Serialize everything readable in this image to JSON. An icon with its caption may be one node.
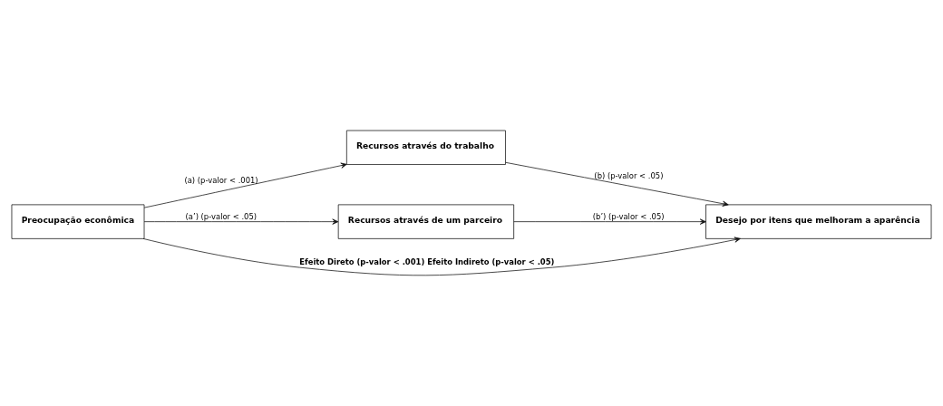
{
  "diagram": {
    "nodes": [
      {
        "text": [
          "Preocupação econômica"
        ]
      },
      {
        "text": [
          "Recursos através do trabalho"
        ]
      },
      {
        "text": [
          "Recursos através de um parceiro"
        ]
      },
      {
        "text": [
          "Desejo por itens que melhoram a aparência"
        ]
      }
    ],
    "edges": [
      {
        "from": 0,
        "to": 1,
        "arrow": "to",
        "label": "(a) (p-valor < .001)"
      },
      {
        "from": 1,
        "to": 3,
        "arrow": "to",
        "label": "(b) (p-valor < .05)"
      },
      {
        "from": 0,
        "to": 3,
        "arrow": "to",
        "label": "Efeito Direto (p-valor < .001) Efeito Indireto (p-valor < .05)"
      },
      {
        "from": 0,
        "to": 2,
        "arrow": "to",
        "label": "(a’) (p-valor < .05)"
      },
      {
        "from": 2,
        "to": 3,
        "arrow": "to",
        "label": "(b’) (p-valor < .05)"
      }
    ]
  }
}
